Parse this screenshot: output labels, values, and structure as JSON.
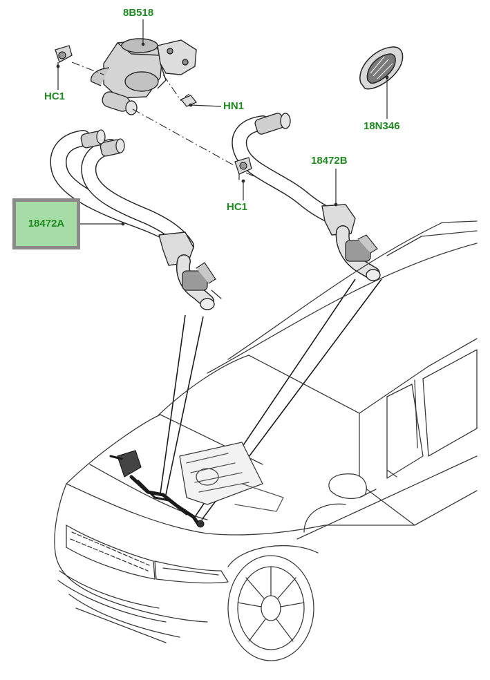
{
  "colors": {
    "label": "#1f8a1f",
    "highlight_fill": "#a6dca6",
    "highlight_border": "#8a8a8a",
    "line": "#2a2a2a",
    "part_fill": "#cfcfcf",
    "part_dark": "#555555"
  },
  "callouts": [
    {
      "id": "pump",
      "text": "8B518"
    },
    {
      "id": "clamp-top",
      "text": "HC1"
    },
    {
      "id": "nut",
      "text": "HN1"
    },
    {
      "id": "grommet",
      "text": "18N346"
    },
    {
      "id": "hose-b",
      "text": "18472B"
    },
    {
      "id": "clamp-mid",
      "text": "HC1"
    },
    {
      "id": "hose-a",
      "text": "18472A",
      "highlighted": true
    }
  ]
}
